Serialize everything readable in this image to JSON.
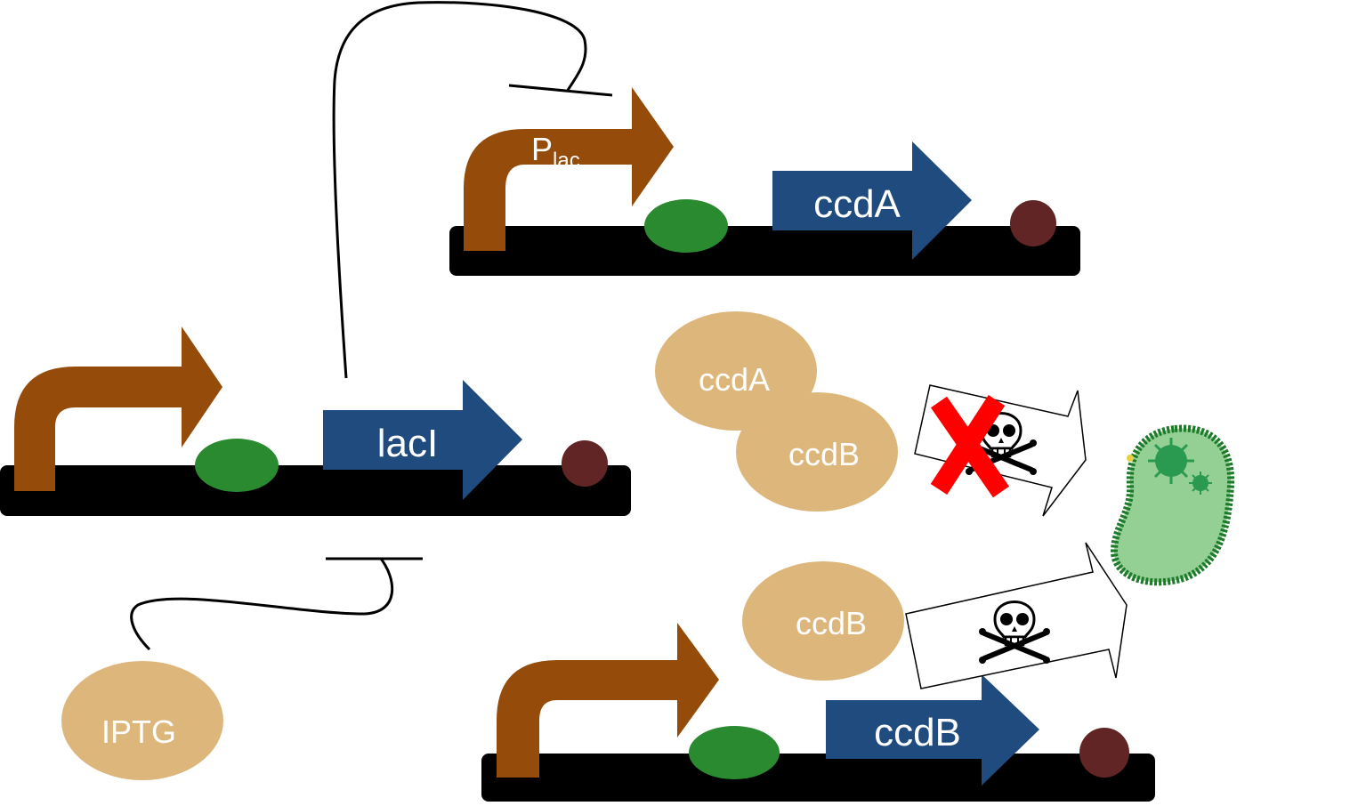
{
  "promoter_label": {
    "main": "P",
    "sub": "lac"
  },
  "genes": {
    "ccdA": "ccdA",
    "lacI": "lacI",
    "ccdB": "ccdB"
  },
  "proteins": {
    "ccdA": "ccdA",
    "ccdB_bound": "ccdB",
    "ccdB_free": "ccdB",
    "iptg": "IPTG"
  },
  "colors": {
    "promoter": "#954b09",
    "rbs": "#2a8a30",
    "cds": "#1f4b7e",
    "terminator": "#612526",
    "backbone": "#000000",
    "protein": "#ddb67b",
    "block_x": "#ff0000",
    "cell_fill": "#94cf94",
    "cell_edge": "#1c7a2a",
    "virus": "#2a9a50"
  },
  "icons": [
    "toxicity-arrow-blocked",
    "skull-crossbones-icon",
    "red-x-icon",
    "bacterium-cell-icon",
    "virus-icon"
  ]
}
